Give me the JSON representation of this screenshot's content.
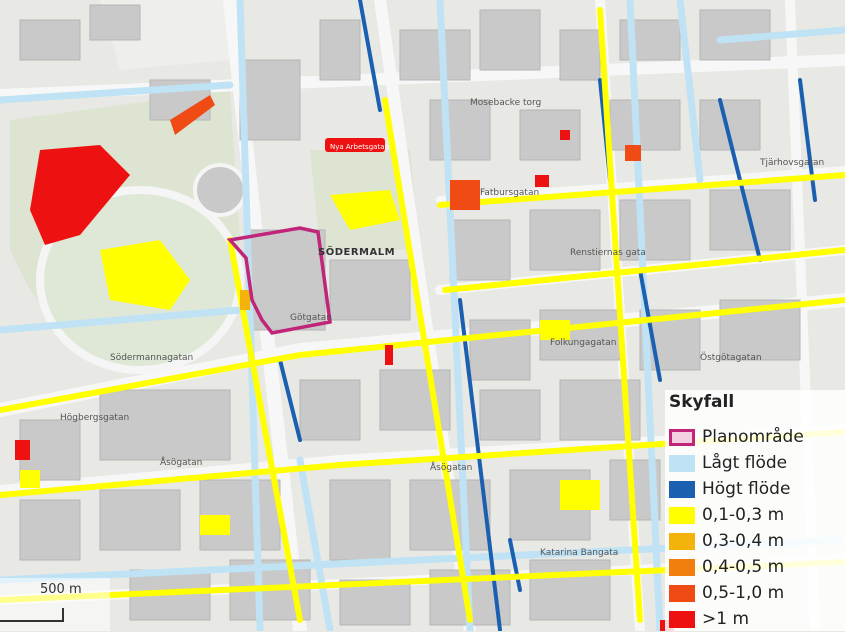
{
  "map": {
    "district_label": "SÖDERMALM",
    "street_labels": [
      "Mosebacke torg",
      "Södermannagatan",
      "Åsögatan",
      "Åsögatan",
      "Tjärhovsgatan",
      "Fatbursgatan",
      "Folkungagatan",
      "Renstiernas gata",
      "Katarina Bangata",
      "Högbergsgatan",
      "Götgatan",
      "Östgötagatan"
    ],
    "highlight_label": "Nya Arbetsgatan"
  },
  "legend": {
    "title": "Skyfall",
    "items": [
      {
        "label": "Planområde",
        "color": "#c0257a",
        "fill": "#f4cfe1",
        "icon": "planomrade-icon"
      },
      {
        "label": "Lågt flöde",
        "color": "#bfe3f5"
      },
      {
        "label": "Högt flöde",
        "color": "#1b5fb0"
      },
      {
        "label": "0,1-0,3 m",
        "color": "#ffff00"
      },
      {
        "label": "0,3-0,4 m",
        "color": "#f3b30a"
      },
      {
        "label": "0,4-0,5 m",
        "color": "#f07f10"
      },
      {
        "label": "0,5-1,0 m",
        "color": "#f04b14"
      },
      {
        "label": ">1 m",
        "color": "#ee1111"
      }
    ]
  },
  "scale": {
    "label": "500 m"
  },
  "colors": {
    "ground": "#e8e8e4",
    "building": "#c9c9c9",
    "park": "#dde5d2",
    "road": "#f5f5f5",
    "flow_low": "#bfe3f5",
    "flow_high": "#1b5fb0",
    "depth_yellow": "#ffff00",
    "depth_red": "#ee1111",
    "plan_border": "#c0257a"
  }
}
